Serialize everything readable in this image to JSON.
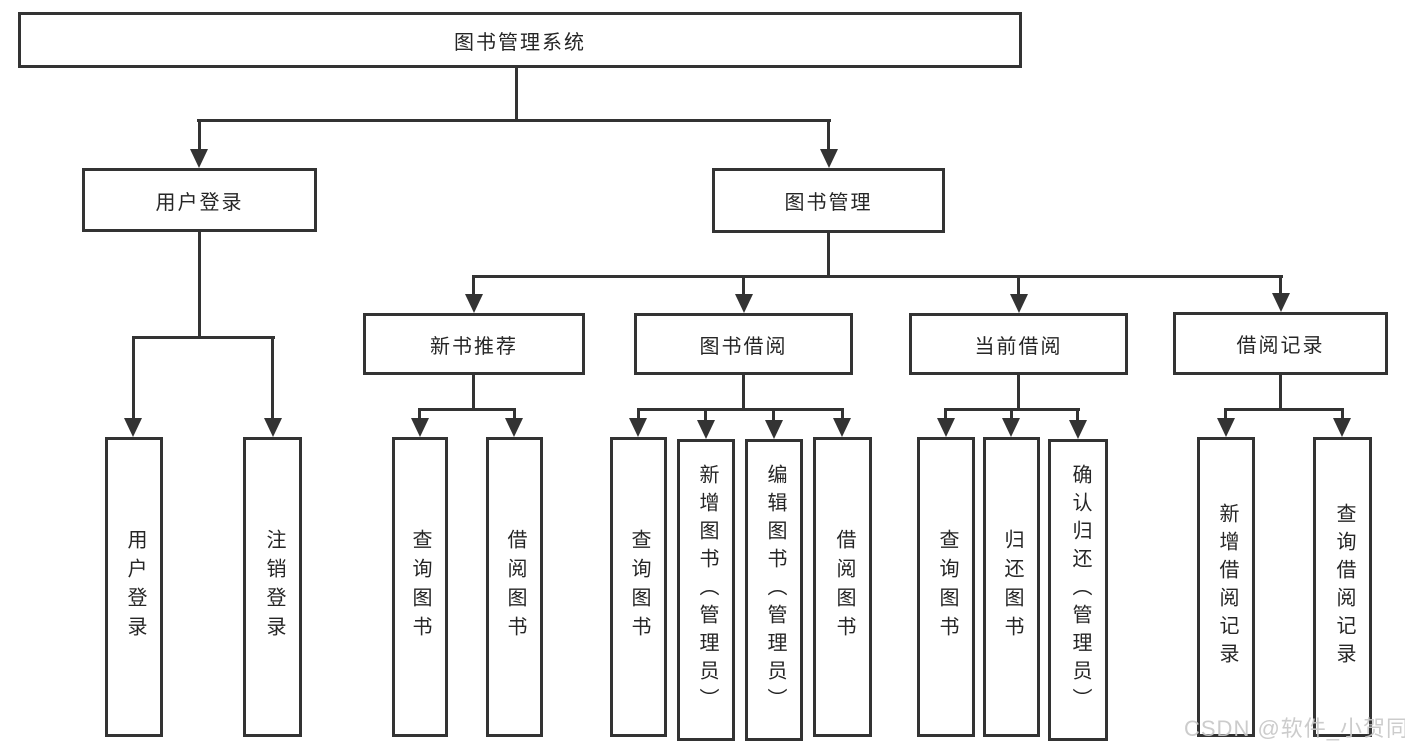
{
  "diagram": {
    "root": {
      "label": "图书管理系统"
    },
    "level2": [
      {
        "label": "用户登录"
      },
      {
        "label": "图书管理"
      }
    ],
    "level3": [
      {
        "label": "新书推荐"
      },
      {
        "label": "图书借阅"
      },
      {
        "label": "当前借阅"
      },
      {
        "label": "借阅记录"
      }
    ],
    "leaves": {
      "user_login": [
        "用户登录",
        "注销登录"
      ],
      "new_books": [
        "查询图书",
        "借阅图书"
      ],
      "book_borrow": [
        "查询图书",
        "新增图书（管理员）",
        "编辑图书（管理员）",
        "借阅图书"
      ],
      "current_borrow": [
        "查询图书",
        "归还图书",
        "确认归还（管理员）"
      ],
      "borrow_records": [
        "新增借阅记录",
        "查询借阅记录"
      ]
    },
    "colors": {
      "line": "#333333",
      "text": "#262626",
      "watermark": "#c8c8c8",
      "background": "#ffffff"
    }
  },
  "watermark": {
    "text": "CSDN @软件_小贺同学"
  }
}
